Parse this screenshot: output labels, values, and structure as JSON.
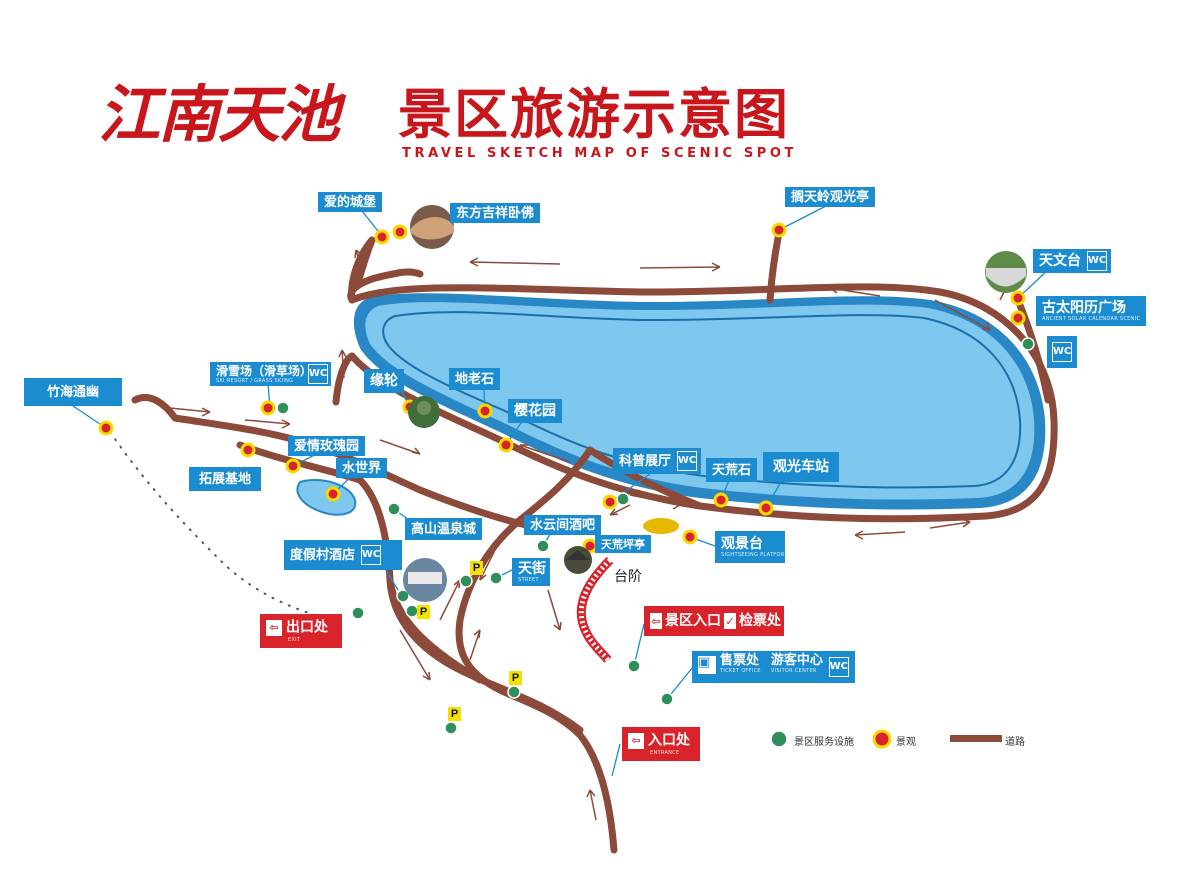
{
  "title": {
    "calligraphy": "江南天池",
    "main": "景区旅游示意图",
    "english": "TRAVEL SKETCH MAP OF SCENIC SPOT"
  },
  "labels": {
    "aidechengbao": "爱的城堡",
    "dongfang": "东方吉祥卧佛",
    "gotianling": "搁天岭观光亭",
    "tianwentai": "天文台",
    "gutaiyang": "古太阳历广场",
    "gutaiyang_sub": "ANCIENT SOLAR CALENDAR SCENIC",
    "zhuhai": "竹海通幽",
    "huaxue": "滑雪场（滑草场）",
    "huaxue_sub": "SKI RESORT / GRASS SKIING",
    "yuanlun": "缘轮",
    "dilaoshi": "地老石",
    "yinghuayuan": "樱花园",
    "aiqing": "爱情玫瑰园",
    "tuozhan": "拓展基地",
    "shuishijie": "水世界",
    "kepu": "科普展厅",
    "tianhuangshi": "天荒石",
    "guangguang": "观光车站",
    "gaoshan": "高山温泉城",
    "shuiyun": "水云间酒吧",
    "tianhuangping": "天荒坪亭",
    "guanjingtai": "观景台",
    "guanjingtai_sub": "SIGHTSEEING PLATFORM",
    "dujia": "度假村酒店",
    "tianjie": "天街",
    "tianjie_sub": "STREET",
    "taijie": "台阶",
    "exit": "出口处",
    "exit_sub": "EXIT",
    "jingqu_rukou": "景区入口",
    "jianpiao": "检票处",
    "shoupiao": "售票处",
    "shoupiao_sub": "TICKET OFFICE",
    "youke": "游客中心",
    "youke_sub": "VISITOR CENTER",
    "entrance": "入口处",
    "entrance_sub": "ENTRANCE",
    "parking": "P",
    "toilet": "WC"
  },
  "legend": {
    "service": "景区服务设施",
    "scenic": "景观",
    "road": "道路"
  },
  "colors": {
    "road": "#8b4a3a",
    "lake_outer": "#2a87c5",
    "lake_inner": "#7ec7ee",
    "label_blue": "#1b8ccf",
    "label_red": "#d8232a",
    "spot_red": "#d8232a",
    "spot_ring": "#f5d900",
    "service_green": "#2f8f5b",
    "parking_yellow": "#f5e100"
  }
}
